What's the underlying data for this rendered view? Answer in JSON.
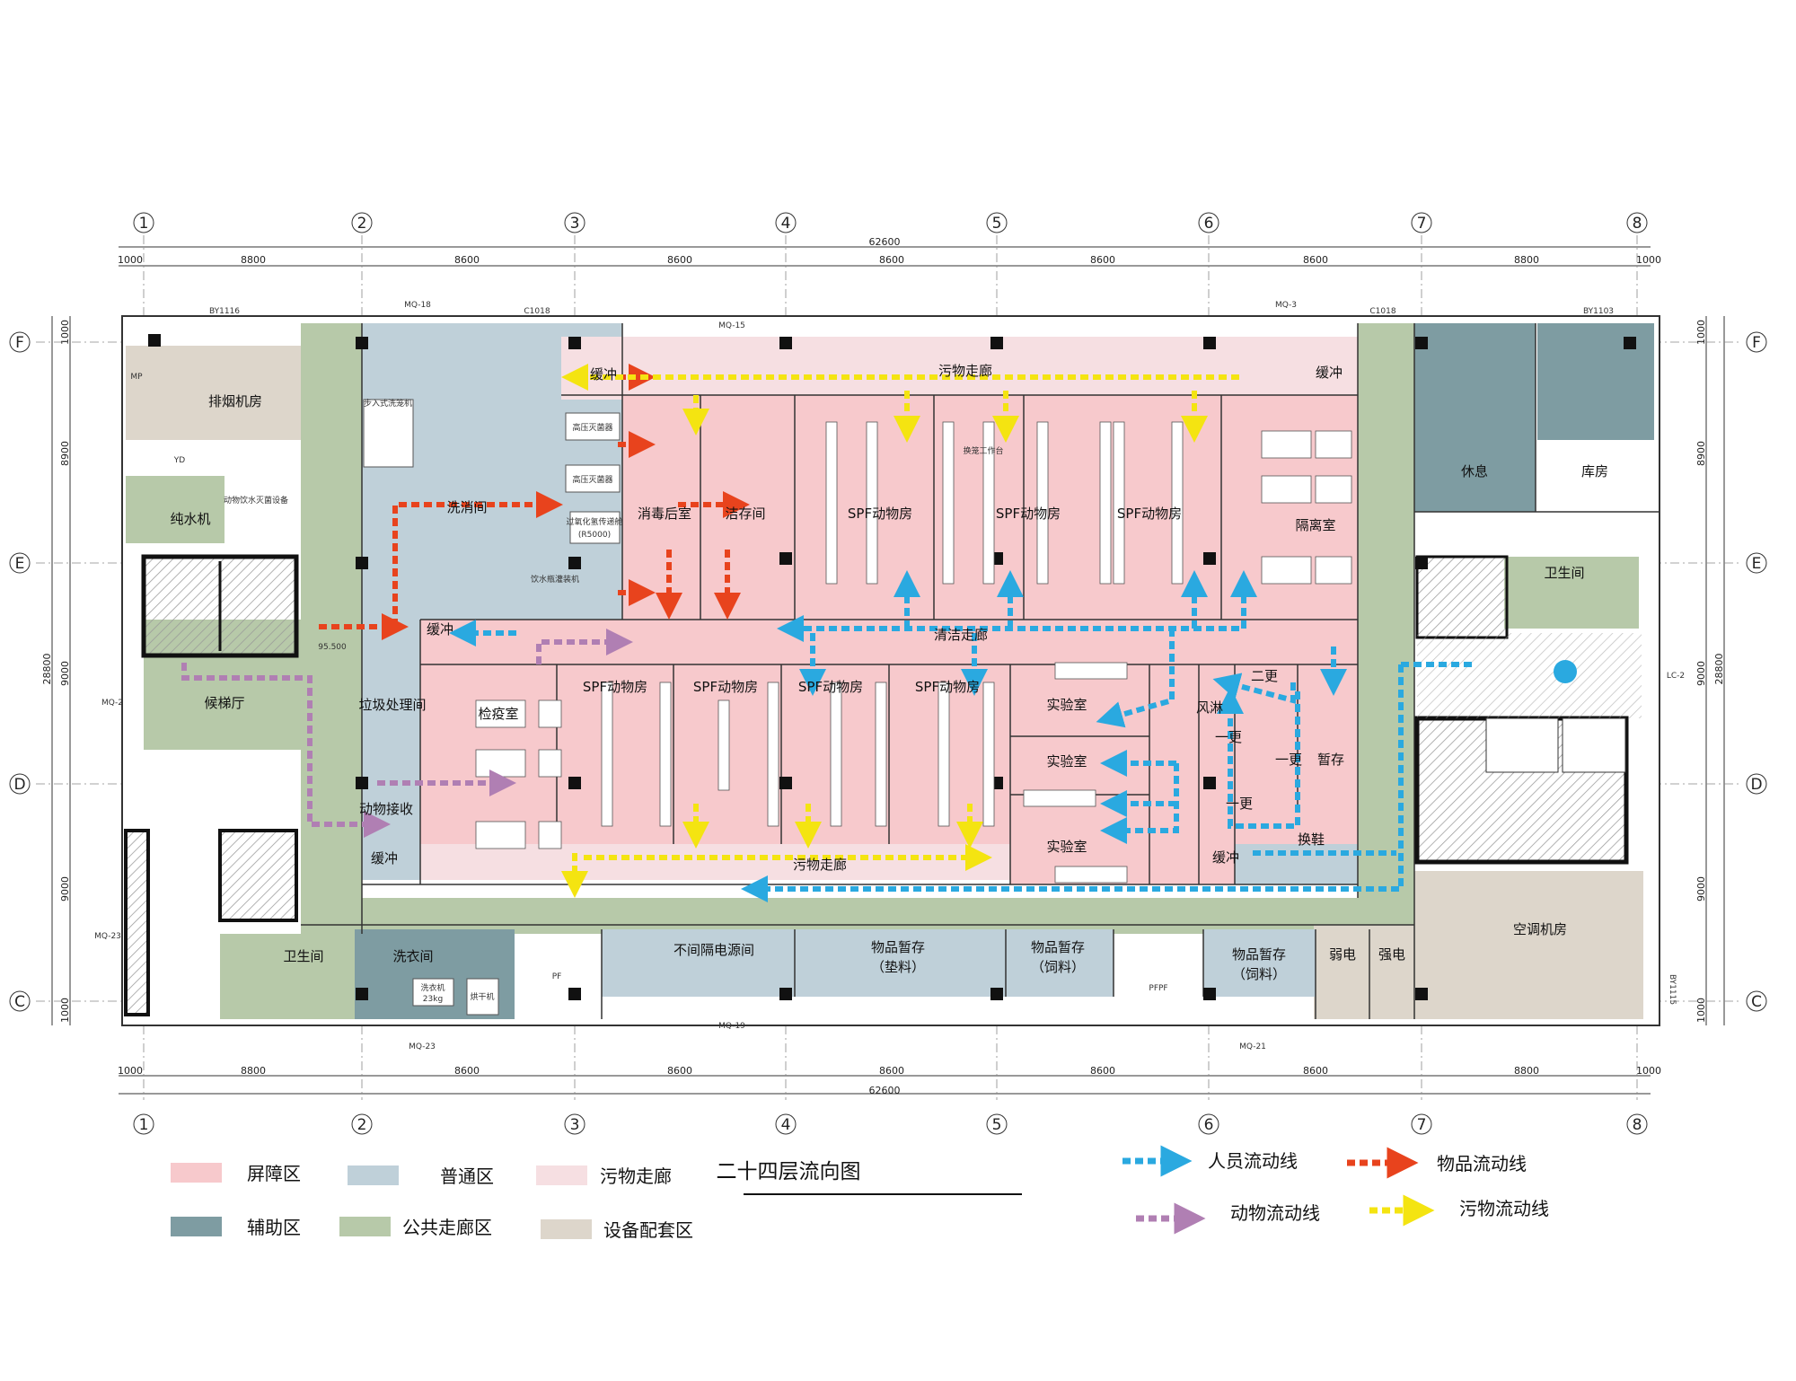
{
  "title": "二十四层流向图",
  "axes": {
    "columns": [
      "1",
      "2",
      "3",
      "4",
      "5",
      "6",
      "7",
      "8"
    ],
    "rows": [
      "F",
      "E",
      "D",
      "C"
    ]
  },
  "dimensions": {
    "overall": "62600",
    "top_segments": [
      "1000",
      "8800",
      "8600",
      "8600",
      "8600",
      "8600",
      "8600",
      "8800",
      "1000"
    ],
    "bottom_segments": [
      "1000",
      "8800",
      "8600",
      "8600",
      "8600",
      "8600",
      "8600",
      "8800",
      "1000"
    ],
    "left_segments": [
      "1000",
      "8900",
      "9000",
      "9000",
      "1000"
    ],
    "left_overall": "28800",
    "right_segments": [
      "1000",
      "8900",
      "9000",
      "9000",
      "1000"
    ],
    "right_overall": "28800"
  },
  "tags": {
    "by1116": "BY1116",
    "by1103": "BY1103",
    "by1115": "BY1115",
    "mq18": "MQ-18",
    "c1018a": "C1018",
    "mq15": "MQ-15",
    "mq3": "MQ-3",
    "c1018b": "C1018",
    "mq2": "MQ-2",
    "mq23a": "MQ-23",
    "mq23b": "MQ-23",
    "mq19": "MQ-19",
    "mq21": "MQ-21",
    "lc2": "LC-2",
    "level": "95.500",
    "mp": "MP",
    "yd": "YD",
    "pf": "PF",
    "pfpf": "PFPF",
    "water_ctrl": "动物饮水灭菌设备",
    "walkin": "步入式洗笼机",
    "autoclave1": "高压灭菌器",
    "autoclave2": "高压灭菌器",
    "h2o2": "过氧化氢传递舱",
    "h2o2_model": "(R5000)",
    "water_machine": "饮水瓶灌装机",
    "washer": "洗衣机",
    "washer_cap": "23kg",
    "dryer": "烘干机",
    "workbench": "换笼工作台"
  },
  "rooms": {
    "exhaust": "排烟机房",
    "purewater": "纯水机",
    "lobby": "候梯厅",
    "wash": "洗消间",
    "disinfect_after": "消毒后室",
    "storage_clean": "洁存间",
    "spf1": "SPF动物房",
    "spf2": "SPF动物房",
    "spf3": "SPF动物房",
    "isolation": "隔离室",
    "buffer_top_l": "缓冲",
    "buffer_top_r": "缓冲",
    "dirty_corridor_top": "污物走廊",
    "clean_corridor": "清洁走廊",
    "buffer_mid": "缓冲",
    "waste": "垃圾处理间",
    "quarantine": "检疫室",
    "spf4": "SPF动物房",
    "spf5": "SPF动物房",
    "spf6": "SPF动物房",
    "spf7": "SPF动物房",
    "lab1": "实验室",
    "lab2": "实验室",
    "lab3": "实验室",
    "change2": "二更",
    "airshower": "风淋",
    "change1a": "一更",
    "change1b": "一更",
    "change1c": "一更",
    "temp_store": "暂存",
    "shoe": "换鞋",
    "buffer_br": "缓冲",
    "dirty_corridor_bot": "污物走廊",
    "animal_receive": "动物接收",
    "buffer_bl": "缓冲",
    "rest": "休息",
    "warehouse": "库房",
    "toilet_r": "卫生间",
    "aircon": "空调机房",
    "toilet_l": "卫生间",
    "laundry": "洗衣间",
    "ups": "不间隔电源间",
    "item_store1_a": "物品暂存",
    "item_store1_b": "（垫料）",
    "item_store2_a": "物品暂存",
    "item_store2_b": "（饲料）",
    "item_store3_a": "物品暂存",
    "item_store3_b": "（饲料）",
    "weak_elec": "弱电",
    "strong_elec": "强电"
  },
  "legend": {
    "zones": [
      {
        "label": "屏障区",
        "color": "#f7c9cc"
      },
      {
        "label": "普通区",
        "color": "#bfd0d9"
      },
      {
        "label": "污物走廊",
        "color": "#f6dfe2"
      },
      {
        "label": "辅助区",
        "color": "#7e9ca2"
      },
      {
        "label": "公共走廊区",
        "color": "#b7c9a9"
      },
      {
        "label": "设备配套区",
        "color": "#ddd6cb"
      }
    ],
    "flows": [
      {
        "label": "人员流动线",
        "color": "#2aa9e0",
        "icon": "blue-dashed-arrow"
      },
      {
        "label": "物品流动线",
        "color": "#e8431d",
        "icon": "red-dashed-arrow"
      },
      {
        "label": "动物流动线",
        "color": "#b07fb3",
        "icon": "purple-dashed-arrow"
      },
      {
        "label": "污物流动线",
        "color": "#f4e411",
        "icon": "yellow-dashed-arrow"
      }
    ]
  }
}
